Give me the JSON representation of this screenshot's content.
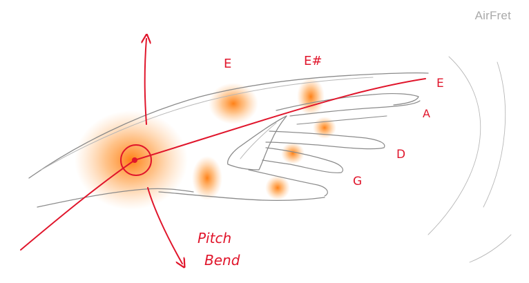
{
  "brand": {
    "name": "AirFret"
  },
  "notes": {
    "e_low": "E",
    "e_sharp": "E#",
    "e_high": "E",
    "a": "A",
    "d": "D",
    "g": "G"
  },
  "pitch_bend": {
    "line1": "Pitch",
    "line2": "Bend"
  },
  "colors": {
    "accent_red": "#e0152b",
    "glow_orange": "#ff8a1c",
    "pencil_gray": "#8a8a8a",
    "brand_gray": "#a9a9a9"
  }
}
